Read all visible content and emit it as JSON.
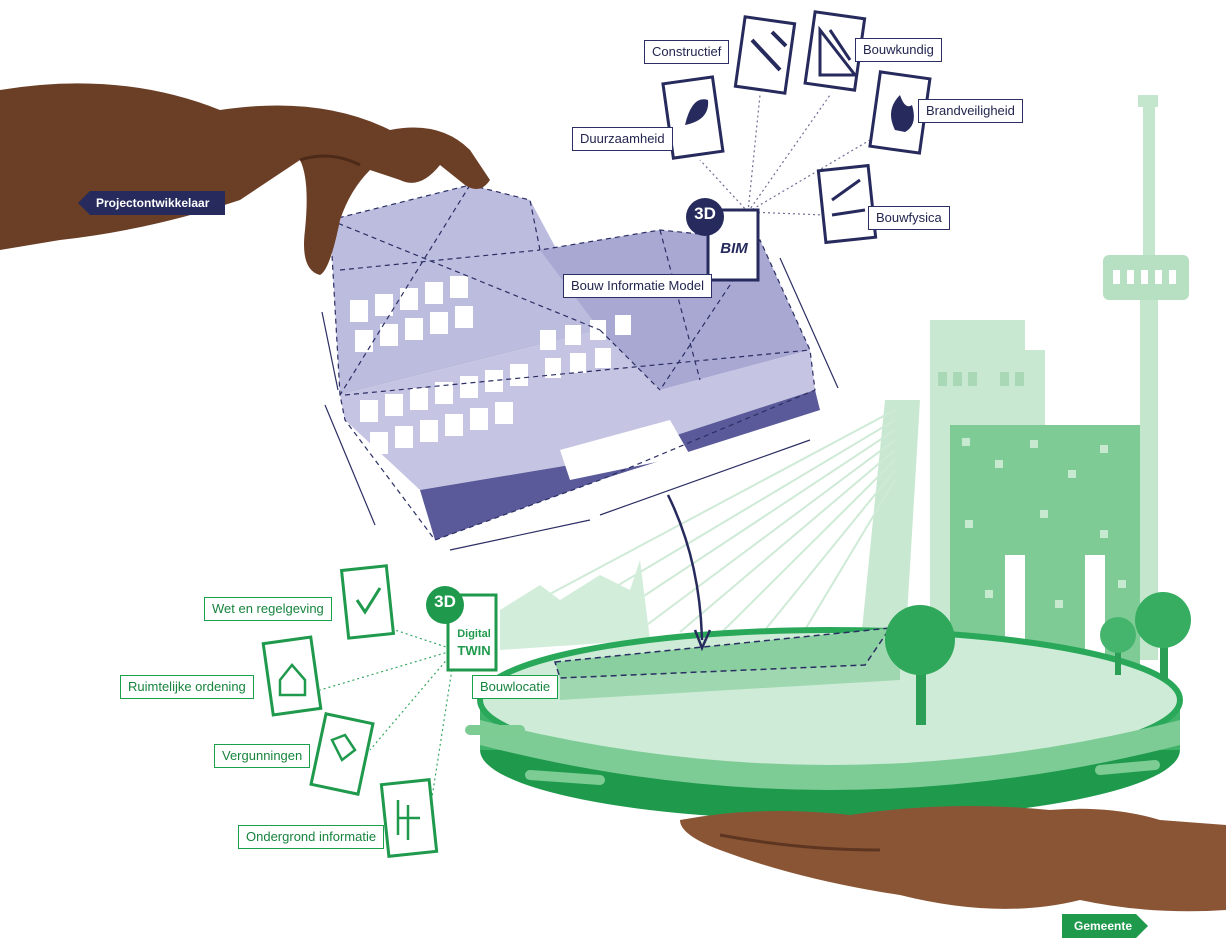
{
  "bim_labels": {
    "constructief": "Constructief",
    "bouwkundig": "Bouwkundig",
    "duurzaamheid": "Duurzaamheid",
    "brandveiligheid": "Brandveiligheid",
    "bouwfysica": "Bouwfysica",
    "model": "Bouw Informatie Model"
  },
  "bim_badge": {
    "top": "3D",
    "bottom": "BIM"
  },
  "twin_labels": {
    "wet": "Wet en regelgeving",
    "ruimtelijk": "Ruimtelijke ordening",
    "vergunningen": "Vergunningen",
    "ondergrond": "Ondergrond informatie",
    "bouwlocatie": "Bouwlocatie"
  },
  "twin_badge": {
    "top": "3D",
    "line1": "Digital",
    "line2": "TWIN"
  },
  "actors": {
    "developer": "Projectontwikkelaar",
    "municipality": "Gemeente"
  },
  "colors": {
    "navy": "#262a5c",
    "lavender": "#b9b9dc",
    "green": "#1f9a4d",
    "light_green": "#bde3c8",
    "skin": "#7a4a2e"
  }
}
